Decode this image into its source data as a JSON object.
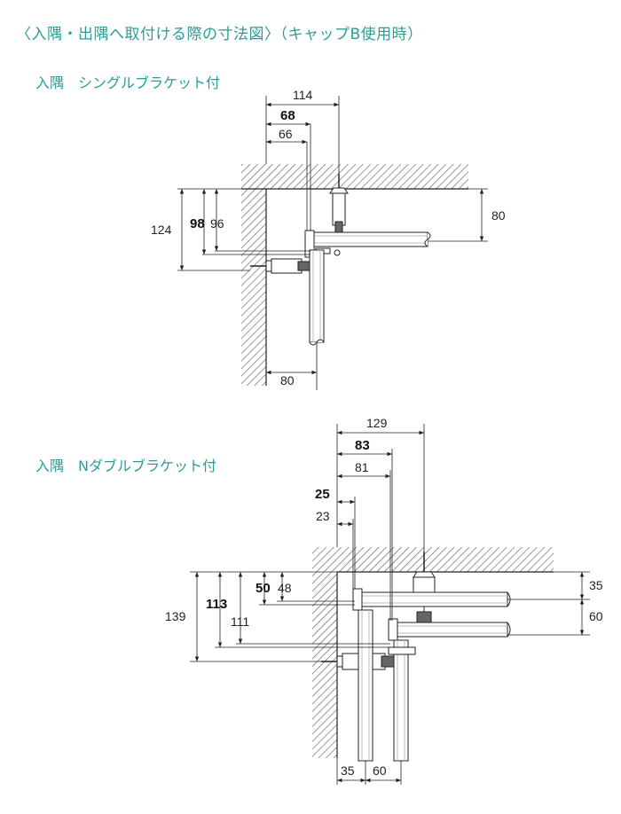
{
  "title": "〈入隅・出隅へ取付ける際の寸法図〉（キャップB使用時）",
  "diagram1": {
    "heading": "入隅　シングルブラケット付",
    "dims": {
      "w114": "114",
      "w68": "68",
      "w66": "66",
      "h124": "124",
      "h98": "98",
      "h96": "96",
      "r80": "80",
      "b80": "80"
    }
  },
  "diagram2": {
    "heading": "入隅　Nダブルブラケット付",
    "dims": {
      "w129": "129",
      "w83": "83",
      "w81": "81",
      "w25": "25",
      "w23": "23",
      "h139": "139",
      "h113": "113",
      "h111": "111",
      "h50": "50",
      "h48": "48",
      "r35": "35",
      "r60": "60",
      "b35": "35",
      "b60": "60"
    }
  }
}
